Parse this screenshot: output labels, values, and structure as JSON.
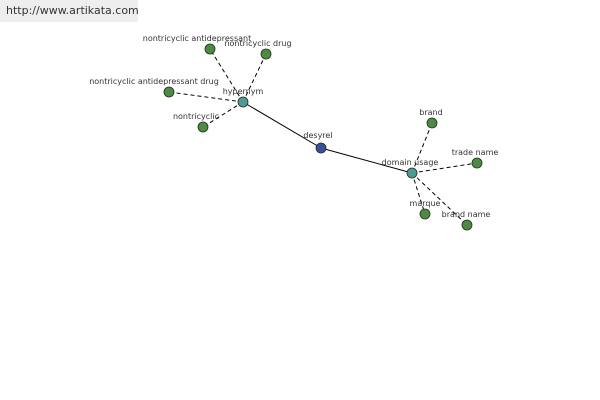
{
  "banner": {
    "url": "http://www.artikata.com"
  },
  "colors": {
    "center": "#3a4f9a",
    "hub": "#4f9a94",
    "leaf": "#4f8a45"
  },
  "graph": {
    "nodes": [
      {
        "id": "desyrel",
        "label": "desyrel",
        "kind": "center"
      },
      {
        "id": "hypernym",
        "label": "hypernym",
        "kind": "hub"
      },
      {
        "id": "domain-usage",
        "label": "domain usage",
        "kind": "hub"
      },
      {
        "id": "nontricyclic-antidepressant",
        "label": "nontricyclic antidepressant",
        "kind": "leaf"
      },
      {
        "id": "nontricyclic-drug",
        "label": "nontricyclic drug",
        "kind": "leaf"
      },
      {
        "id": "nontricyclic-antidepressant-drug",
        "label": "nontricyclic antidepressant drug",
        "kind": "leaf"
      },
      {
        "id": "nontricyclic",
        "label": "nontricyclic",
        "kind": "leaf"
      },
      {
        "id": "brand",
        "label": "brand",
        "kind": "leaf"
      },
      {
        "id": "trade-name",
        "label": "trade name",
        "kind": "leaf"
      },
      {
        "id": "marque",
        "label": "marque",
        "kind": "leaf"
      },
      {
        "id": "brand-name",
        "label": "brand name",
        "kind": "leaf"
      }
    ],
    "edges": [
      {
        "from": "desyrel",
        "to": "hypernym",
        "style": "solid"
      },
      {
        "from": "desyrel",
        "to": "domain-usage",
        "style": "solid"
      },
      {
        "from": "hypernym",
        "to": "nontricyclic-antidepressant",
        "style": "dashed"
      },
      {
        "from": "hypernym",
        "to": "nontricyclic-drug",
        "style": "dashed"
      },
      {
        "from": "hypernym",
        "to": "nontricyclic-antidepressant-drug",
        "style": "dashed"
      },
      {
        "from": "hypernym",
        "to": "nontricyclic",
        "style": "dashed"
      },
      {
        "from": "domain-usage",
        "to": "brand",
        "style": "dashed"
      },
      {
        "from": "domain-usage",
        "to": "trade-name",
        "style": "dashed"
      },
      {
        "from": "domain-usage",
        "to": "marque",
        "style": "dashed"
      },
      {
        "from": "domain-usage",
        "to": "brand-name",
        "style": "dashed"
      }
    ]
  }
}
